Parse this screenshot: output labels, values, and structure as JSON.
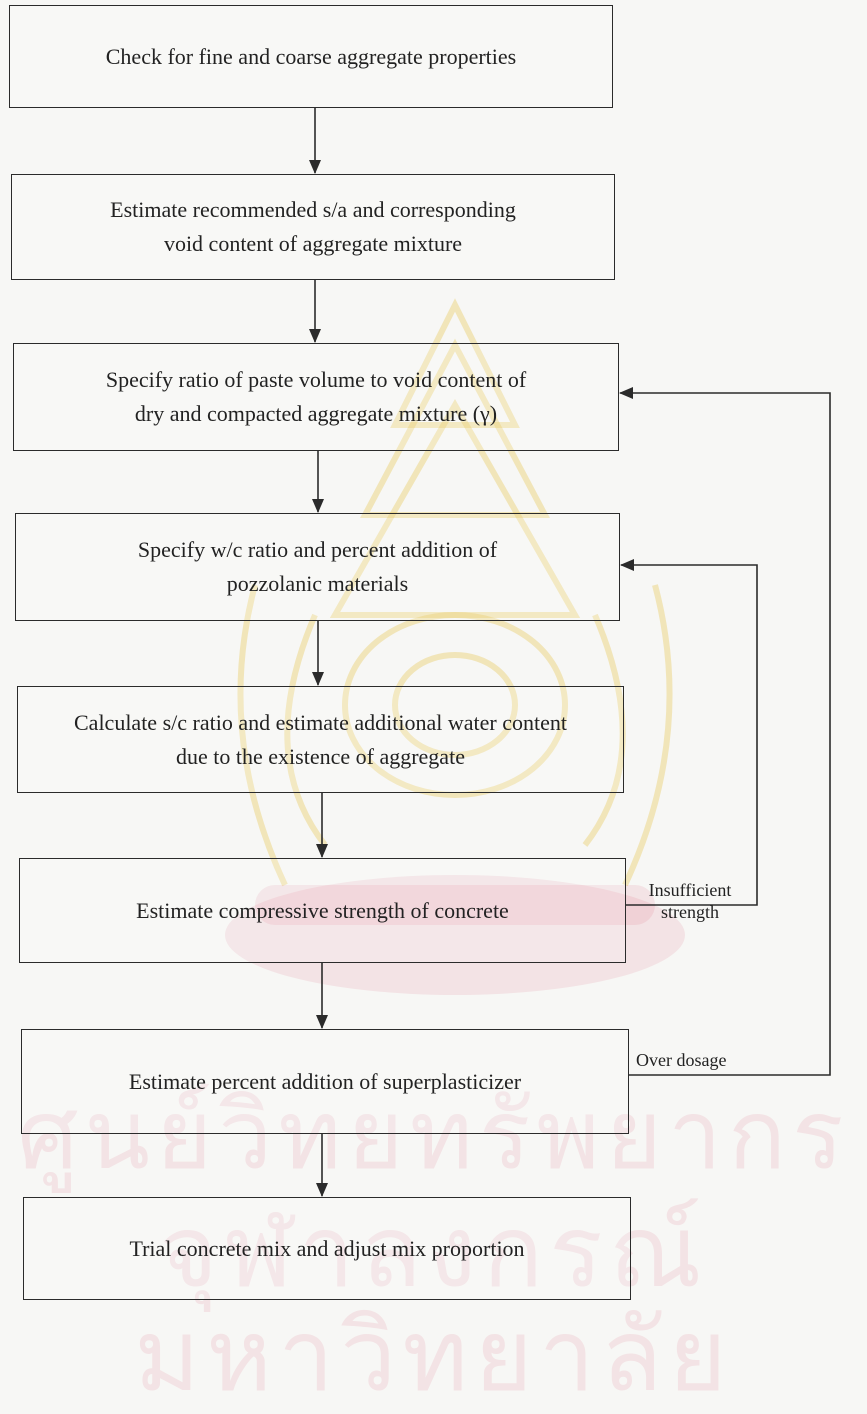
{
  "steps": [
    "Check for fine and coarse aggregate properties",
    "Estimate recommended s/a and corresponding\nvoid content of aggregate mixture",
    "Specify ratio of paste volume to void content of\ndry and compacted aggregate mixture (γ)",
    "Specify w/c ratio and percent addition of\npozzolanic materials",
    "Calculate s/c ratio and estimate additional water content\ndue to the existence of aggregate",
    "Estimate compressive strength of concrete",
    "Estimate percent addition of superplasticizer",
    "Trial concrete mix and adjust mix proportion"
  ],
  "feedback": {
    "insufficient": "Insufficient\nstrength",
    "over_dosage": "Over dosage"
  },
  "watermark": {
    "line1": "ศูนย์วิทยทรัพยากร",
    "line2": "จุฬาลงกรณ์มหาวิทยาลัย"
  },
  "colors": {
    "stroke": "#2b2b2b",
    "watermark_seal": "#e6c24a",
    "watermark_text": "#dc3c5a"
  }
}
